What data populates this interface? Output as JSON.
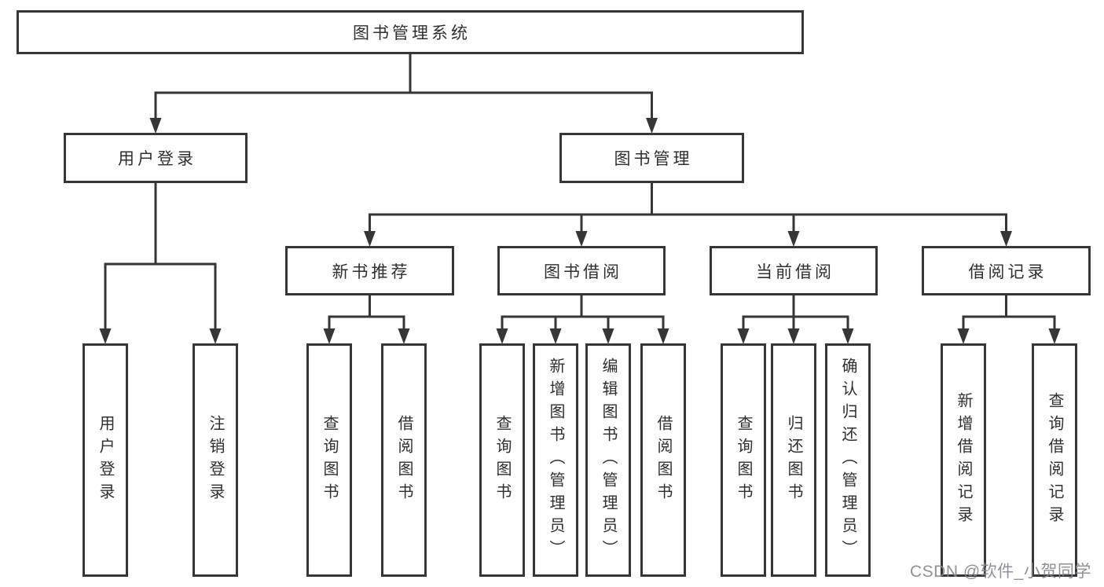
{
  "diagram": {
    "tree": {
      "label": "图书管理系统",
      "children": [
        {
          "label": "用户登录",
          "children": [
            {
              "label": "用户登录"
            },
            {
              "label": "注销登录"
            }
          ]
        },
        {
          "label": "图书管理",
          "children": [
            {
              "label": "新书推荐",
              "children": [
                {
                  "label": "查询图书"
                },
                {
                  "label": "借阅图书"
                }
              ]
            },
            {
              "label": "图书借阅",
              "children": [
                {
                  "label": "查询图书"
                },
                {
                  "label": "新增图书（管理员）"
                },
                {
                  "label": "编辑图书（管理员）"
                },
                {
                  "label": "借阅图书"
                }
              ]
            },
            {
              "label": "当前借阅",
              "children": [
                {
                  "label": "查询图书"
                },
                {
                  "label": "归还图书"
                },
                {
                  "label": "确认归还（管理员）"
                }
              ]
            },
            {
              "label": "借阅记录",
              "children": [
                {
                  "label": "新增借阅记录"
                },
                {
                  "label": "查询借阅记录"
                }
              ]
            }
          ]
        }
      ]
    },
    "colors": {
      "line": "#363636",
      "text": "#2f2f2f",
      "watermark": "#87878f",
      "background": "#ffffff"
    }
  },
  "watermark": "CSDN @软件_小贺同学"
}
